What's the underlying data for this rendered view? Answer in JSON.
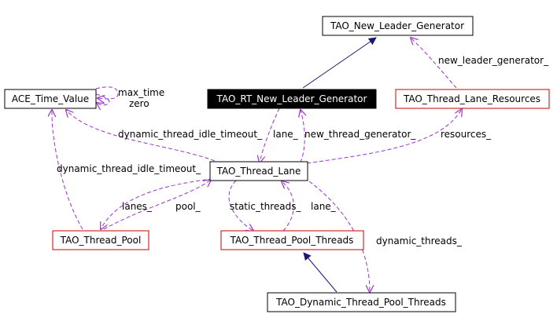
{
  "colors": {
    "black_border": "#000000",
    "red_border": "#cc0000",
    "highlight_fill": "#000000",
    "inheritance_edge": "#191970",
    "usage_edge": "#9a32cd"
  },
  "nodes": {
    "new_leader_generator": {
      "label": "TAO_New_Leader_Generator",
      "border": "black"
    },
    "ace_time_value": {
      "label": "ACE_Time_Value",
      "border": "black"
    },
    "rt_new_leader_generator": {
      "label": "TAO_RT_New_Leader_Generator",
      "border": "highlight"
    },
    "thread_lane_resources": {
      "label": "TAO_Thread_Lane_Resources",
      "border": "red"
    },
    "thread_lane": {
      "label": "TAO_Thread_Lane",
      "border": "black"
    },
    "thread_pool": {
      "label": "TAO_Thread_Pool",
      "border": "red"
    },
    "thread_pool_threads": {
      "label": "TAO_Thread_Pool_Threads",
      "border": "red"
    },
    "dynamic_thread_pool_threads": {
      "label": "TAO_Dynamic_Thread_Pool_Threads",
      "border": "black"
    }
  },
  "edge_labels": {
    "max_time": "max_time",
    "zero": "zero",
    "new_leader_generator_": "new_leader_generator_",
    "dynamic_thread_idle_timeout_lane": "dynamic_thread_idle_timeout_",
    "lane_from_rt": "lane_",
    "new_thread_generator_": "new_thread_generator_",
    "resources_": "resources_",
    "dynamic_thread_idle_timeout_pool": "dynamic_thread_idle_timeout_",
    "lanes_": "lanes_",
    "pool_": "pool_",
    "static_threads_": "static_threads_",
    "lane_from_threads": "lane_",
    "dynamic_threads_": "dynamic_threads_"
  }
}
